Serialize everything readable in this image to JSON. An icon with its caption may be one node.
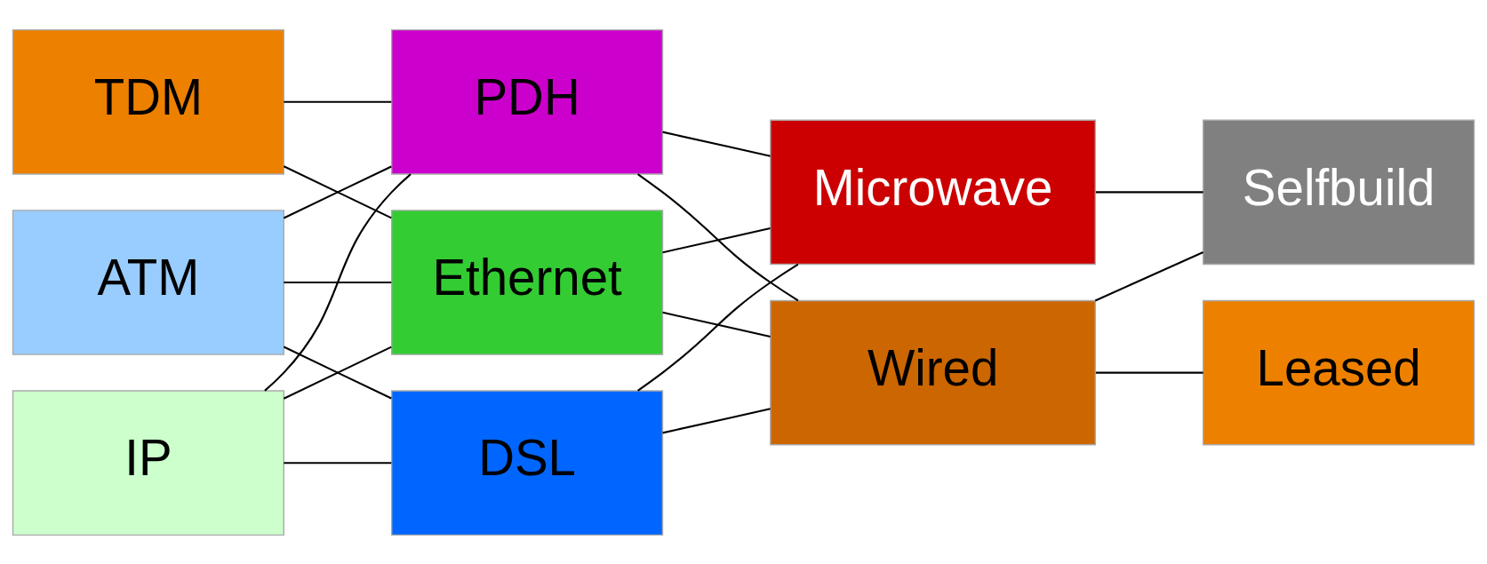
{
  "diagram": {
    "nodes": [
      {
        "text": [
          "TDM"
        ]
      },
      {
        "text": [
          "ATM"
        ]
      },
      {
        "text": [
          "IP"
        ]
      },
      {
        "text": [
          "PDH"
        ]
      },
      {
        "text": [
          "Ethernet"
        ]
      },
      {
        "text": [
          "DSL"
        ]
      },
      {
        "text": [
          "Microwave"
        ]
      },
      {
        "text": [
          "Wired"
        ]
      },
      {
        "text": [
          "Selfbuild"
        ]
      },
      {
        "text": [
          "Leased"
        ]
      }
    ],
    "edges": [
      {
        "from": 0,
        "to": 3,
        "arrow": "none"
      },
      {
        "from": 0,
        "to": 4,
        "arrow": "none"
      },
      {
        "from": 1,
        "to": 3,
        "arrow": "none"
      },
      {
        "from": 1,
        "to": 4,
        "arrow": "none"
      },
      {
        "from": 1,
        "to": 5,
        "arrow": "none"
      },
      {
        "from": 2,
        "to": 3,
        "arrow": "none"
      },
      {
        "from": 2,
        "to": 4,
        "arrow": "none"
      },
      {
        "from": 2,
        "to": 5,
        "arrow": "none"
      },
      {
        "from": 3,
        "to": 6,
        "arrow": "none"
      },
      {
        "from": 3,
        "to": 7,
        "arrow": "none"
      },
      {
        "from": 4,
        "to": 6,
        "arrow": "none"
      },
      {
        "from": 4,
        "to": 7,
        "arrow": "none"
      },
      {
        "from": 5,
        "to": 6,
        "arrow": "none"
      },
      {
        "from": 5,
        "to": 7,
        "arrow": "none"
      },
      {
        "from": 6,
        "to": 8,
        "arrow": "none"
      },
      {
        "from": 7,
        "to": 8,
        "arrow": "none"
      },
      {
        "from": 7,
        "to": 9,
        "arrow": "none"
      }
    ]
  }
}
